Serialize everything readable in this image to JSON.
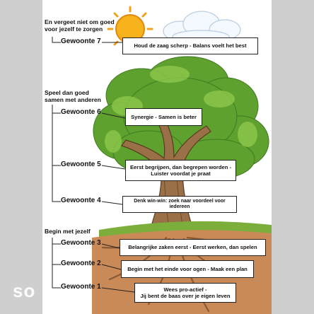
{
  "sections": {
    "top": [
      "En vergeet niet om goed",
      "voor jezelf te zorgen"
    ],
    "middle": [
      "Speel dan goed",
      "samen met anderen"
    ],
    "bottom": [
      "Begin met jezelf"
    ]
  },
  "habits": [
    {
      "label": "Gewoonte 7",
      "lines": [
        "Houd de zaag scherp - Balans voelt het best"
      ]
    },
    {
      "label": "Gewoonte 6",
      "lines": [
        "Synergie - Samen is beter"
      ]
    },
    {
      "label": "Gewoonte 5",
      "lines": [
        "Eerst begrijpen, dan begrepen worden -",
        "Luister voordat je praat"
      ]
    },
    {
      "label": "Gewoonte 4",
      "lines": [
        "Denk win-win: zoek naar voordeel voor iedereen"
      ]
    },
    {
      "label": "Gewoonte 3",
      "lines": [
        "Belangrijke zaken eerst - Eerst werken, dan spelen"
      ]
    },
    {
      "label": "Gewoonte 2",
      "lines": [
        "Begin met het einde voor ogen - Maak een plan"
      ]
    },
    {
      "label": "Gewoonte 1",
      "lines": [
        "Wees pro-actief -",
        "Jij bent de baas over je eigen leven"
      ]
    }
  ],
  "watermark": "so",
  "icons": [
    "sun-icon",
    "cloud-icon",
    "tree-illustration",
    "grass-icon",
    "roots-icon"
  ],
  "colors": {
    "leaf": "#5fa12f",
    "leaf_light": "#8cc84b",
    "trunk": "#9a7048",
    "sun": "#f5b21b",
    "ground": "#c98a58"
  }
}
